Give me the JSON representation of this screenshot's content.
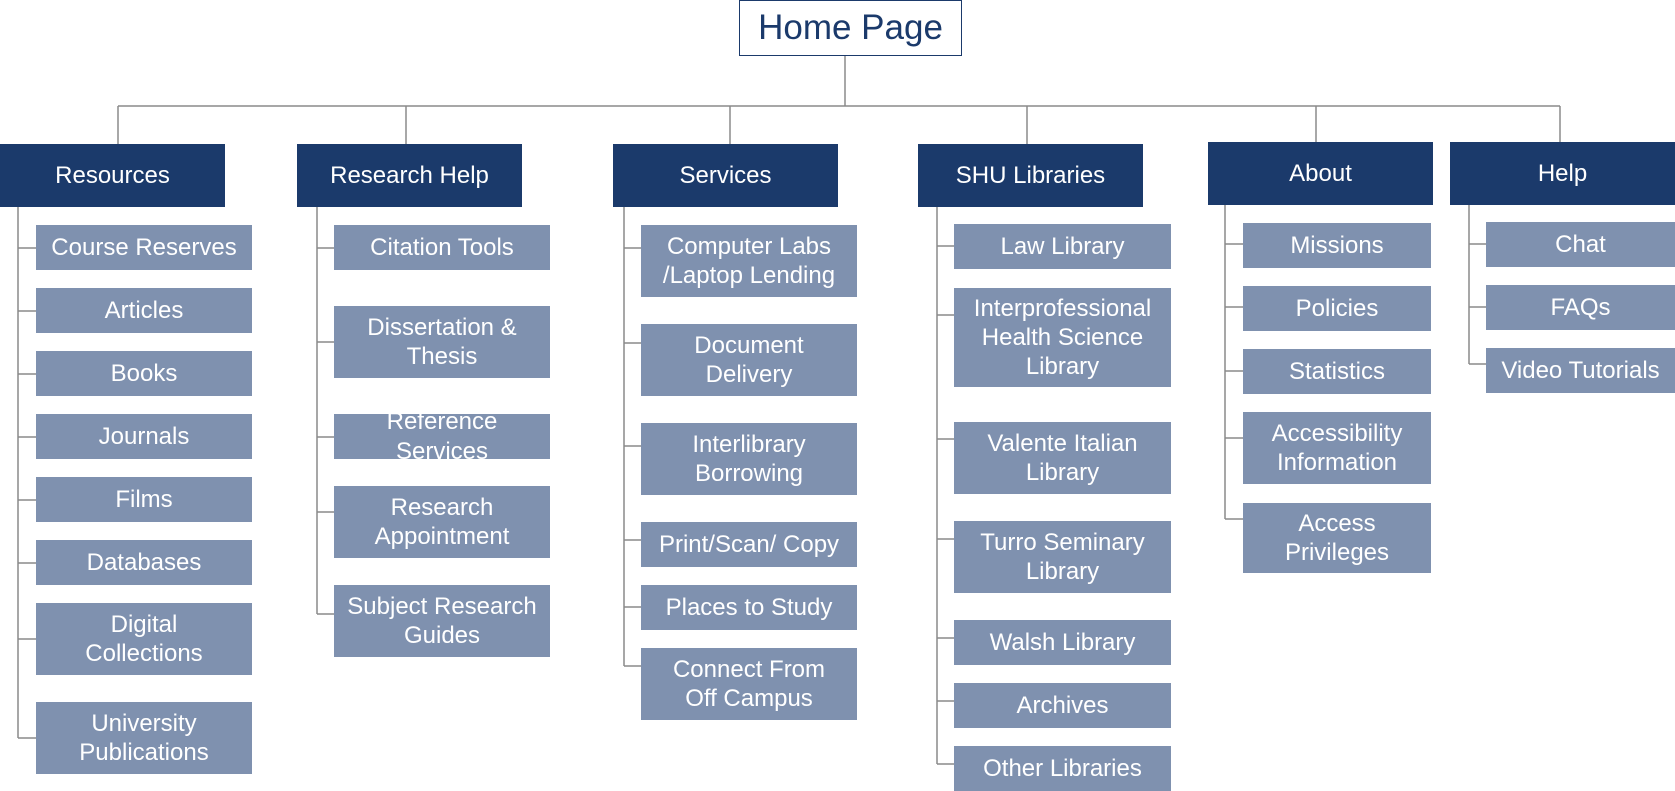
{
  "root": {
    "label": "Home Page"
  },
  "colors": {
    "header": "#1b3a6b",
    "child": "#7f91af",
    "root_border": "#1b3a6b",
    "connector": "#8a8a8a",
    "text_light": "#ffffff"
  },
  "sections": [
    {
      "label": "Resources",
      "items": [
        "Course Reserves",
        "Articles",
        "Books",
        "Journals",
        "Films",
        "Databases",
        "Digital\nCollections",
        "University\nPublications"
      ]
    },
    {
      "label": "Research Help",
      "items": [
        "Citation Tools",
        "Dissertation &\nThesis",
        "Reference Services",
        "Research\nAppointment",
        "Subject Research\nGuides"
      ]
    },
    {
      "label": "Services",
      "items": [
        "Computer Labs\n/Laptop Lending",
        "Document\nDelivery",
        "Interlibrary\nBorrowing",
        "Print/Scan/ Copy",
        "Places to Study",
        "Connect From\nOff Campus"
      ]
    },
    {
      "label": "SHU Libraries",
      "items": [
        "Law Library",
        "Interprofessional\nHealth Science\nLibrary",
        "Valente Italian\nLibrary",
        "Turro Seminary\nLibrary",
        "Walsh Library",
        "Archives",
        "Other Libraries"
      ]
    },
    {
      "label": "About",
      "items": [
        "Missions",
        "Policies",
        "Statistics",
        "Accessibility\nInformation",
        "Access\nPrivileges"
      ]
    },
    {
      "label": "Help",
      "items": [
        "Chat",
        "FAQs",
        "Video Tutorials"
      ]
    }
  ]
}
